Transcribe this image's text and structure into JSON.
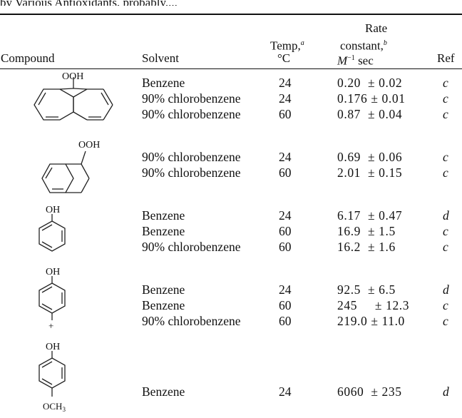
{
  "caption": "by Various Antioxidants, probably....",
  "headers": {
    "compound": "Compound",
    "solvent": "Solvent",
    "temp_line1": "Temp,",
    "temp_note": "a",
    "temp_line2": "°C",
    "rate_line1": "Rate",
    "rate_line2": "constant,",
    "rate_note": "b",
    "rate_line3": "M",
    "rate_exp": "−1",
    "rate_line3_rest": " sec",
    "ref": "Ref"
  },
  "structures": {
    "s1_label": "OOH",
    "s2_label": "OOH",
    "s3_label": "OH",
    "s4_label": "OH",
    "s4_sub": "+",
    "s5_label": "OH",
    "s5_sub": "OCH",
    "s5_sub_index": "3"
  },
  "rows": [
    {
      "solvent": "Benzene",
      "temp": "24",
      "rate": "0.20  ± 0.02",
      "ref": "c"
    },
    {
      "solvent": "90% chlorobenzene",
      "temp": "24",
      "rate": "0.176 ± 0.01",
      "ref": "c"
    },
    {
      "solvent": "90% chlorobenzene",
      "temp": "60",
      "rate": "0.87  ± 0.04",
      "ref": "c"
    },
    {
      "solvent": "90% chlorobenzene",
      "temp": "24",
      "rate": "0.69  ± 0.06",
      "ref": "c"
    },
    {
      "solvent": "90% chlorobenzene",
      "temp": "60",
      "rate": "2.01  ± 0.15",
      "ref": "c"
    },
    {
      "solvent": "Benzene",
      "temp": "24",
      "rate": "6.17  ± 0.47",
      "ref": "d"
    },
    {
      "solvent": "Benzene",
      "temp": "60",
      "rate": "16.9  ± 1.5",
      "ref": "c"
    },
    {
      "solvent": "90% chlorobenzene",
      "temp": "60",
      "rate": "16.2  ± 1.6",
      "ref": "c"
    },
    {
      "solvent": "Benzene",
      "temp": "24",
      "rate": "92.5  ± 6.5",
      "ref": "d"
    },
    {
      "solvent": "Benzene",
      "temp": "60",
      "rate": "245     ± 12.3",
      "ref": "c"
    },
    {
      "solvent": "90% chlorobenzene",
      "temp": "60",
      "rate": "219.0 ± 11.0",
      "ref": "c"
    },
    {
      "solvent": "Benzene",
      "temp": "24",
      "rate": "6060  ± 235",
      "ref": "d"
    }
  ]
}
